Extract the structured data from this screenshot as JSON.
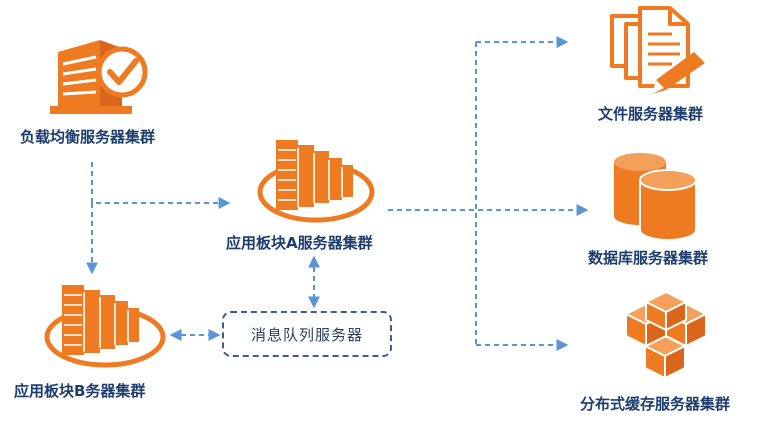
{
  "nodes": {
    "load_balancer": {
      "label": "负载均衡服务器集群"
    },
    "module_a": {
      "label": "应用板块A服务器集群"
    },
    "module_b": {
      "label": "应用板块B务器集群"
    },
    "message_queue": {
      "label": "消息队列服务器"
    },
    "file_server": {
      "label": "文件服务器集群"
    },
    "database": {
      "label": "数据库服务器集群"
    },
    "cache": {
      "label": "分布式缓存服务器集群"
    }
  },
  "colors": {
    "accent": "#ee7a22",
    "accent_dark": "#d9661a",
    "label": "#1d3d6e",
    "connector": "#5a95d6"
  },
  "icons": {
    "load_balancer": "building-check-icon",
    "module_a": "server-rack-icon",
    "module_b": "server-rack-icon",
    "file_server": "document-edit-icon",
    "database": "database-cylinders-icon",
    "cache": "stacked-cubes-icon"
  }
}
